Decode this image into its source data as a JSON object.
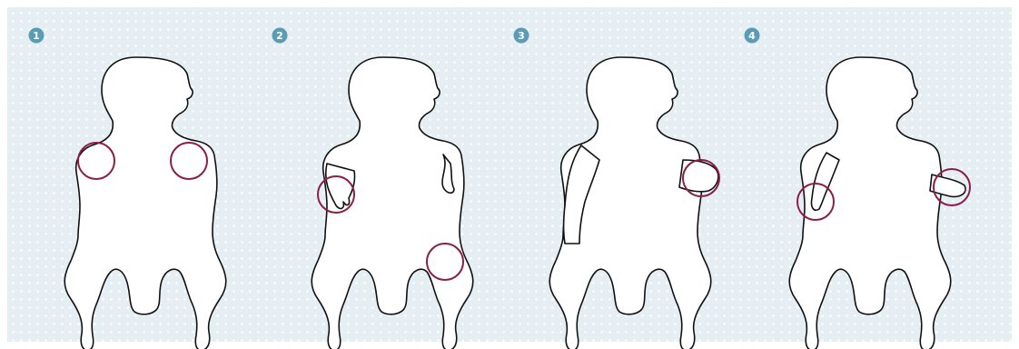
{
  "panels": [
    {
      "label": "1"
    },
    {
      "label": "2"
    },
    {
      "label": "3"
    },
    {
      "label": "4"
    }
  ],
  "colors": {
    "background": "#e5eef2",
    "badge": "#5b9bb5",
    "highlight_circle": "#8b1d46",
    "outline": "#111111",
    "body_fill": "#ffffff"
  },
  "icons": [
    "baby-silhouette",
    "highlight-circle",
    "step-badge"
  ]
}
